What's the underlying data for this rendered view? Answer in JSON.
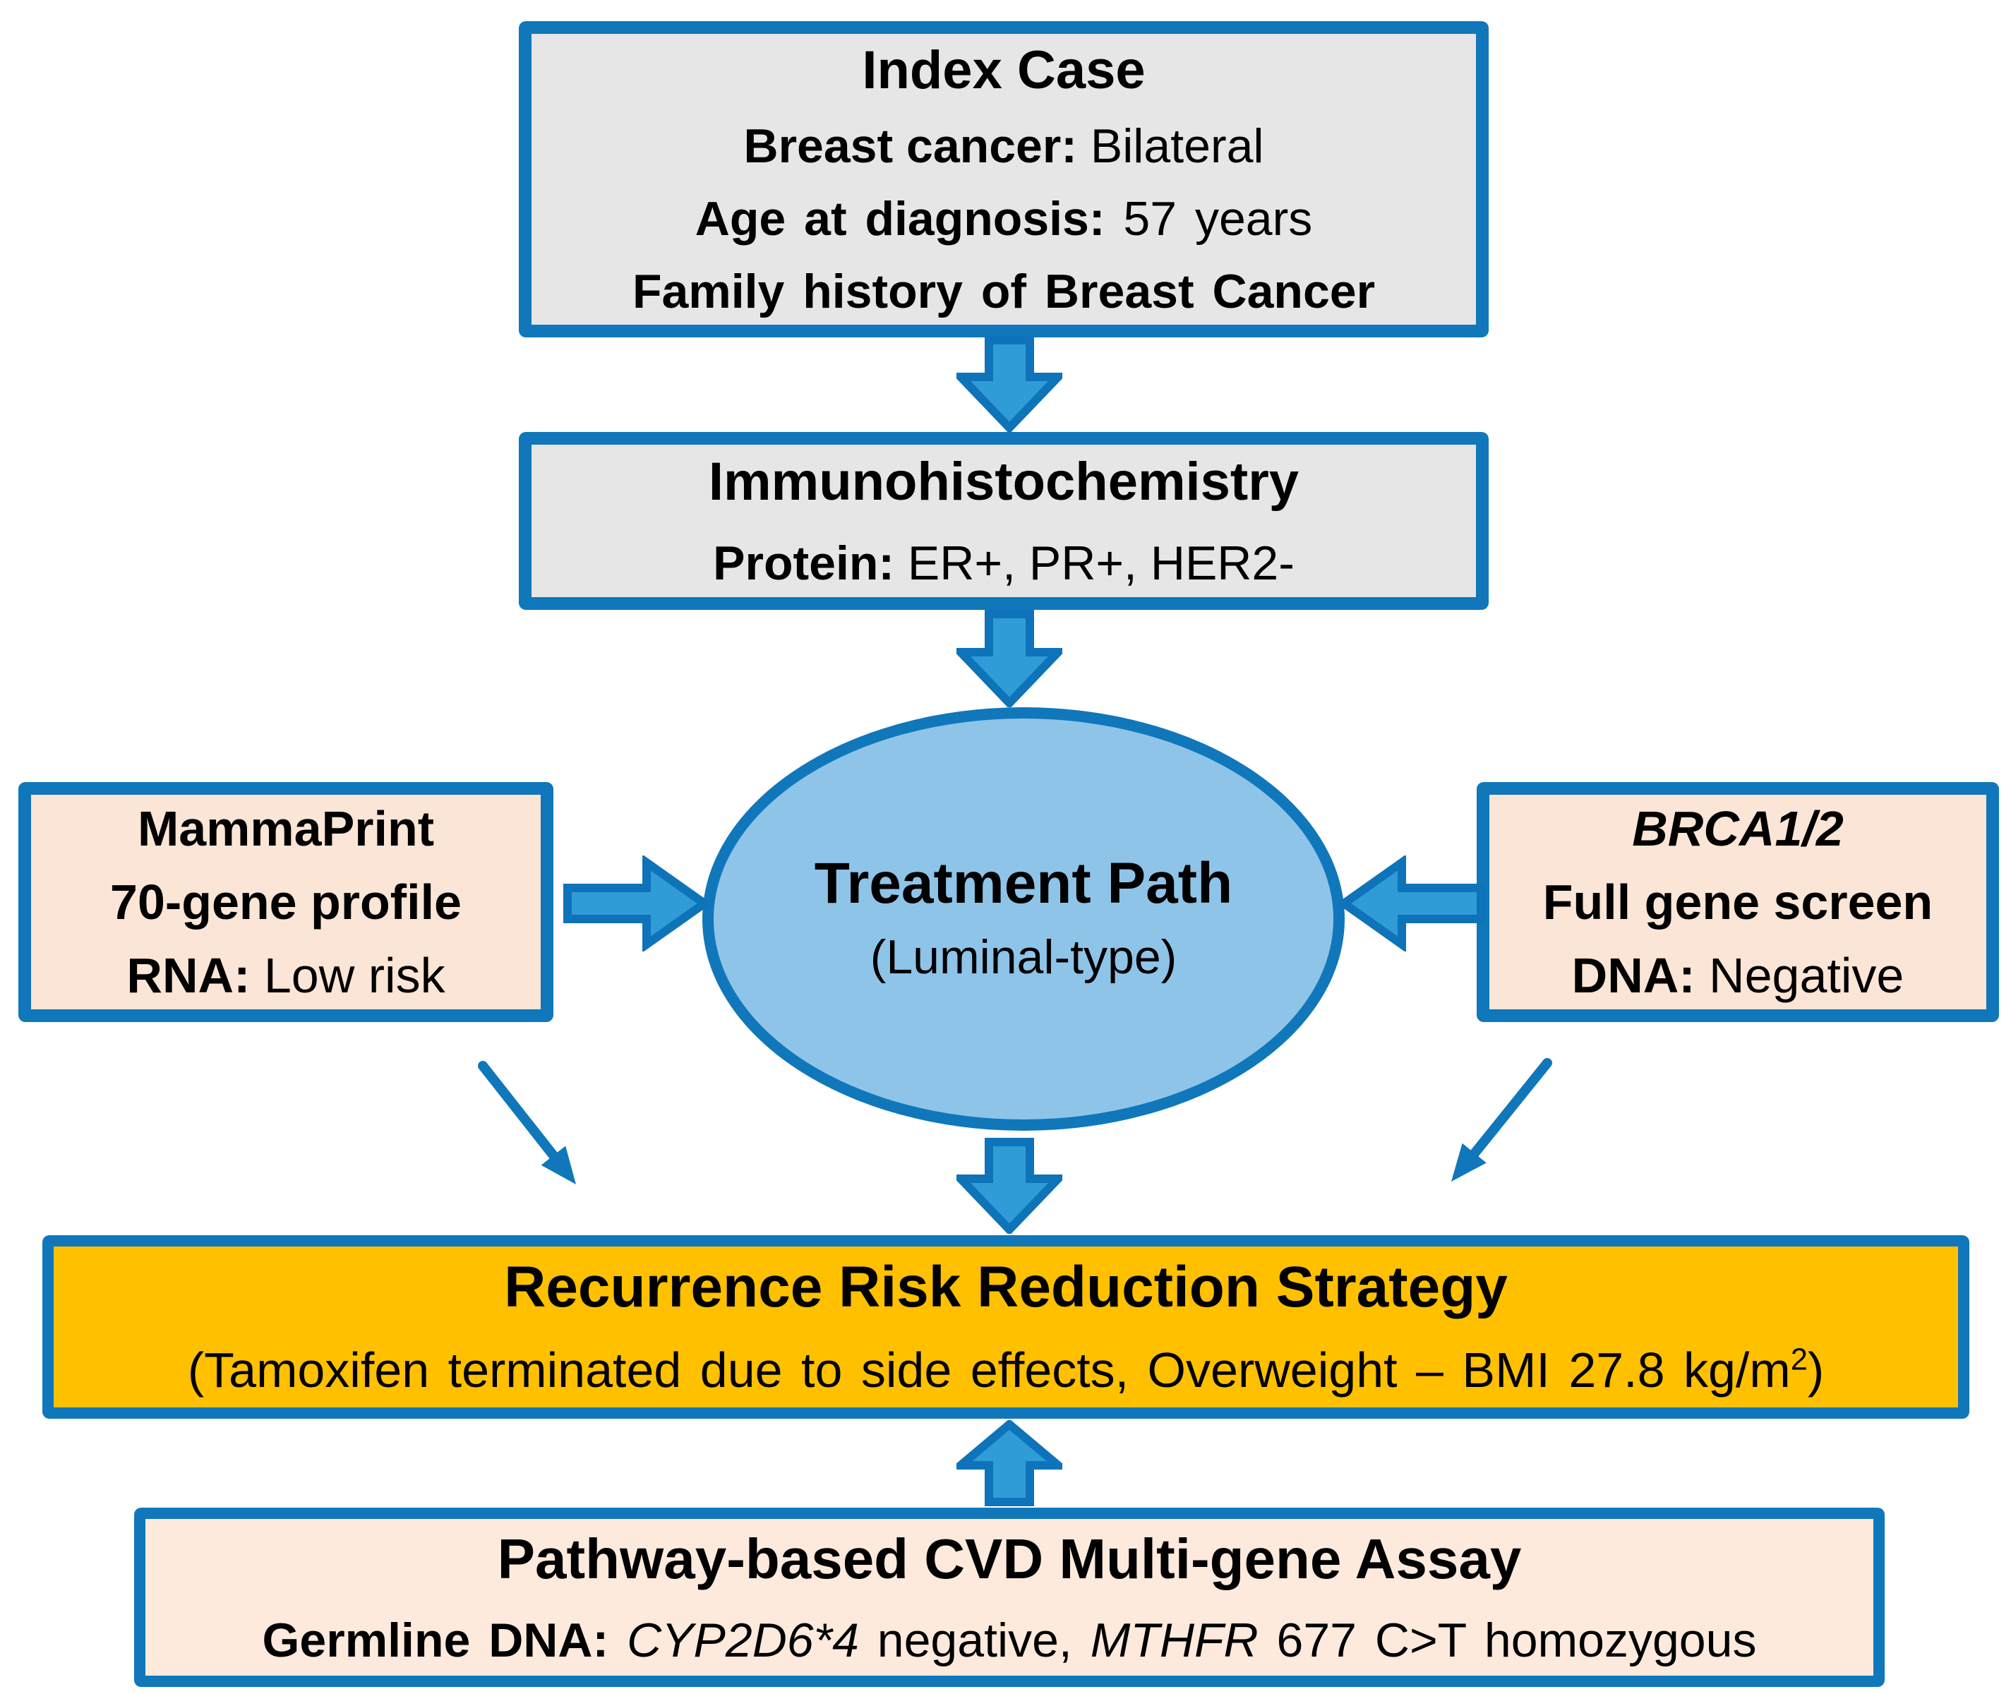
{
  "figure": {
    "index_case": {
      "title": "Index Case",
      "breast_label": "Breast cancer:",
      "breast_value": " Bilateral",
      "age_label": "Age at diagnosis:",
      "age_value": " 57 years",
      "family_history": "Family history of Breast Cancer"
    },
    "immunohistochemistry": {
      "title": "Immunohistochemistry",
      "protein_label": "Protein:",
      "protein_value": " ER+, PR+, HER2-"
    },
    "treatment_path": {
      "title": "Treatment Path",
      "subtype": "(Luminal-type)"
    },
    "mammaprint": {
      "title": "MammaPrint",
      "profile": "70-gene profile",
      "rna_label": "RNA:",
      "rna_value": " Low risk"
    },
    "brca": {
      "title": "BRCA1/2",
      "screen": "Full gene screen",
      "dna_label": "DNA:",
      "dna_value": " Negative"
    },
    "strategy": {
      "title": "Recurrence Risk Reduction Strategy",
      "note_pre": "(Tamoxifen terminated due to side effects, Overweight – BMI 27.8 kg/m",
      "note_sup": "2",
      "note_post": ")"
    },
    "cvd_assay": {
      "title": "Pathway-based CVD Multi-gene Assay",
      "germline_label": "Germline DNA: ",
      "gene1": "CYP2D6*4",
      "middle": " negative, ",
      "gene2": "MTHFR",
      "tail": " 677 C>T homozygous"
    }
  },
  "colors": {
    "border_blue": "#1077bb",
    "arrow_fill": "#2f9cd8",
    "arrow_outline": "#0e73b8",
    "ellipse_fill": "#8fc4e9",
    "gray_fill": "#e7e6e6",
    "peach_fill": "#fbe5d6",
    "peach_light_fill": "#fdeadd",
    "orange_fill": "#ffc000"
  }
}
